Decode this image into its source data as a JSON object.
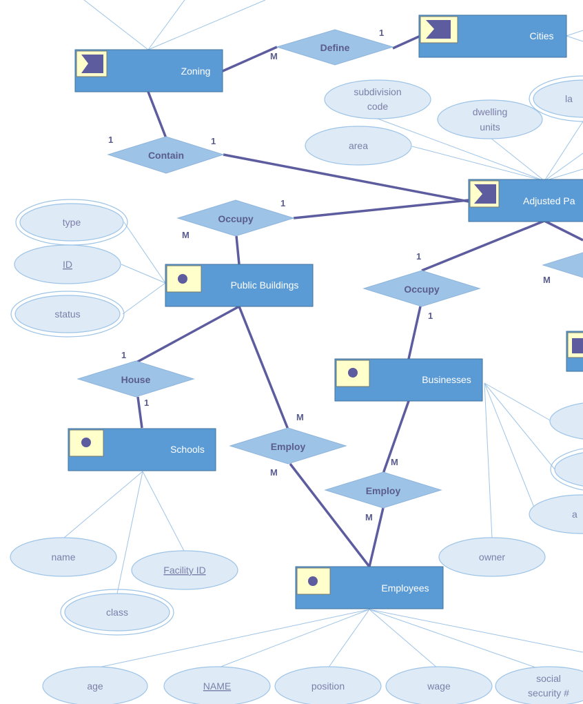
{
  "colors": {
    "entity_fill": "#5B9BD5",
    "entity_icon_fill": "#FFFFCC",
    "entity_glyph": "#5C5C9E",
    "relationship_fill": "#9DC3E6",
    "attribute_fill": "#DEEBF7",
    "attribute_border": "#9DC3E6",
    "label_text": "#5A5C8E",
    "thick_line": "#5C5C9E",
    "thin_line": "#9DC3E6"
  },
  "entities": {
    "zoning": {
      "label": "Zoning",
      "icon": "flag-icon"
    },
    "cities": {
      "label": "Cities",
      "icon": "flag-icon"
    },
    "adjusted_parcels": {
      "label": "Adjusted Pa",
      "icon": "flag-icon"
    },
    "public_buildings": {
      "label": "Public Buildings",
      "icon": "point-icon"
    },
    "businesses": {
      "label": "Businesses",
      "icon": "point-icon"
    },
    "schools": {
      "label": "Schools",
      "icon": "point-icon"
    },
    "employees": {
      "label": "Employees",
      "icon": "point-icon"
    }
  },
  "relationships": {
    "define": "Define",
    "contain": "Contain",
    "occupy_public": "Occupy",
    "occupy_business": "Occupy",
    "house": "House",
    "employ_public": "Employ",
    "employ_business": "Employ"
  },
  "attributes": {
    "subdivision_code": [
      "subdivision",
      "code"
    ],
    "dwelling_units": [
      "dwelling",
      "units"
    ],
    "area_parcel": "area",
    "land_partial": "la",
    "type": "type",
    "id": "ID",
    "status": "status",
    "name": "name",
    "facility_id": "Facility ID",
    "class": "class",
    "owner": "owner",
    "a_partial": "a",
    "age": "age",
    "employee_name": "NAME",
    "position": "position",
    "wage": "wage",
    "social_security": [
      "social",
      "security #"
    ]
  },
  "cardinalities": {
    "define_zoning": "M",
    "define_cities": "1",
    "contain_zoning": "1",
    "contain_parcel": "1",
    "occupy_public_parcel": "1",
    "occupy_public_building": "M",
    "occupy_business_parcel": "1",
    "occupy_business_business": "1",
    "right_partial": "M",
    "house_public": "1",
    "house_school": "1",
    "employ_public_public": "M",
    "employ_public_employee": "M",
    "employ_business_business": "M",
    "employ_business_employee": "M"
  }
}
